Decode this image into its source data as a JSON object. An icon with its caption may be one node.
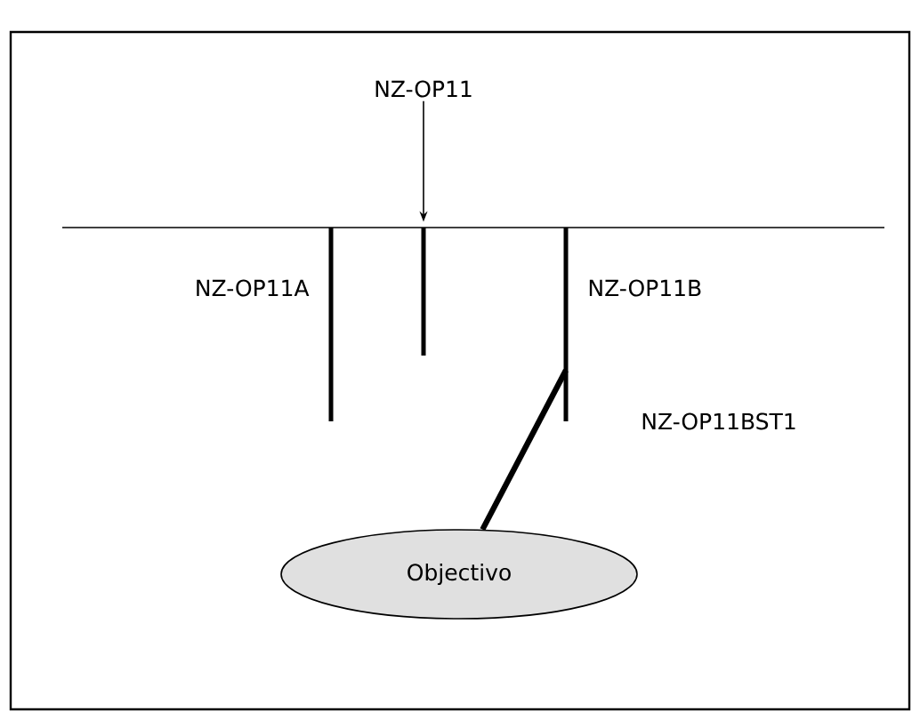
{
  "diagram": {
    "nodes": [
      {
        "text": [
          "NZ-OP11"
        ]
      },
      {
        "text": [],
        "shape": "bar"
      },
      {
        "text": [],
        "shape": "bar",
        "beside": [
          "NZ-OP11A"
        ]
      },
      {
        "text": [],
        "shape": "bar",
        "beside": [
          "NZ-OP11B"
        ]
      },
      {
        "text": [
          "Objectivo"
        ]
      }
    ],
    "edges": [
      {
        "from": 0,
        "to": 1,
        "arrow": "to"
      },
      {
        "from": 3,
        "to": 4,
        "arrow": "none",
        "style": "thick",
        "label": "NZ-OP11BST1"
      }
    ]
  }
}
